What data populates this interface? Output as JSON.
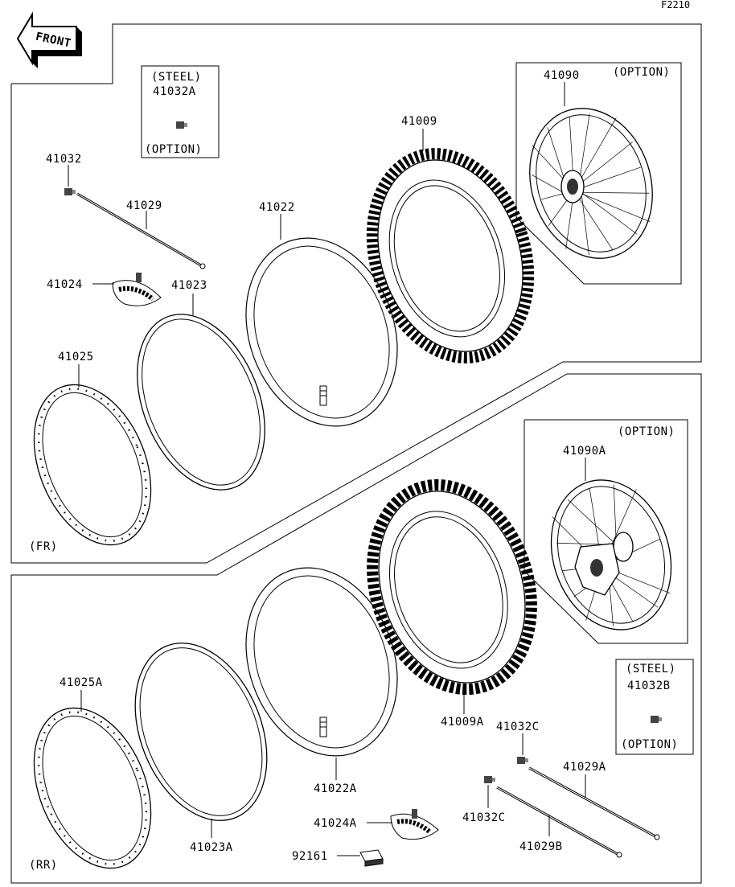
{
  "figure_code": "F2210",
  "front_arrow": {
    "text": "FRONT",
    "icon": "front-arrow-icon"
  },
  "sections": {
    "front": {
      "tag": "(FR)"
    },
    "rear": {
      "tag": "(RR)"
    }
  },
  "option_boxes": {
    "steel_front": {
      "line1": "(STEEL)",
      "line2": "41032A",
      "line3": "(OPTION)"
    },
    "steel_rear": {
      "line1": "(STEEL)",
      "line2": "41032B",
      "line3": "(OPTION)"
    },
    "wheel_front": {
      "label": "(OPTION)"
    },
    "wheel_rear": {
      "label": "(OPTION)"
    }
  },
  "parts": {
    "p41032": "41032",
    "p41029": "41029",
    "p41022": "41022",
    "p41009": "41009",
    "p41090": "41090",
    "p41024": "41024",
    "p41023": "41023",
    "p41025": "41025",
    "p41090A": "41090A",
    "p41025A": "41025A",
    "p41009A": "41009A",
    "p41032C_top": "41032C",
    "p41029A": "41029A",
    "p41022A": "41022A",
    "p41024A": "41024A",
    "p41032C_bot": "41032C",
    "p41023A": "41023A",
    "p41029B": "41029B",
    "p92161": "92161"
  }
}
